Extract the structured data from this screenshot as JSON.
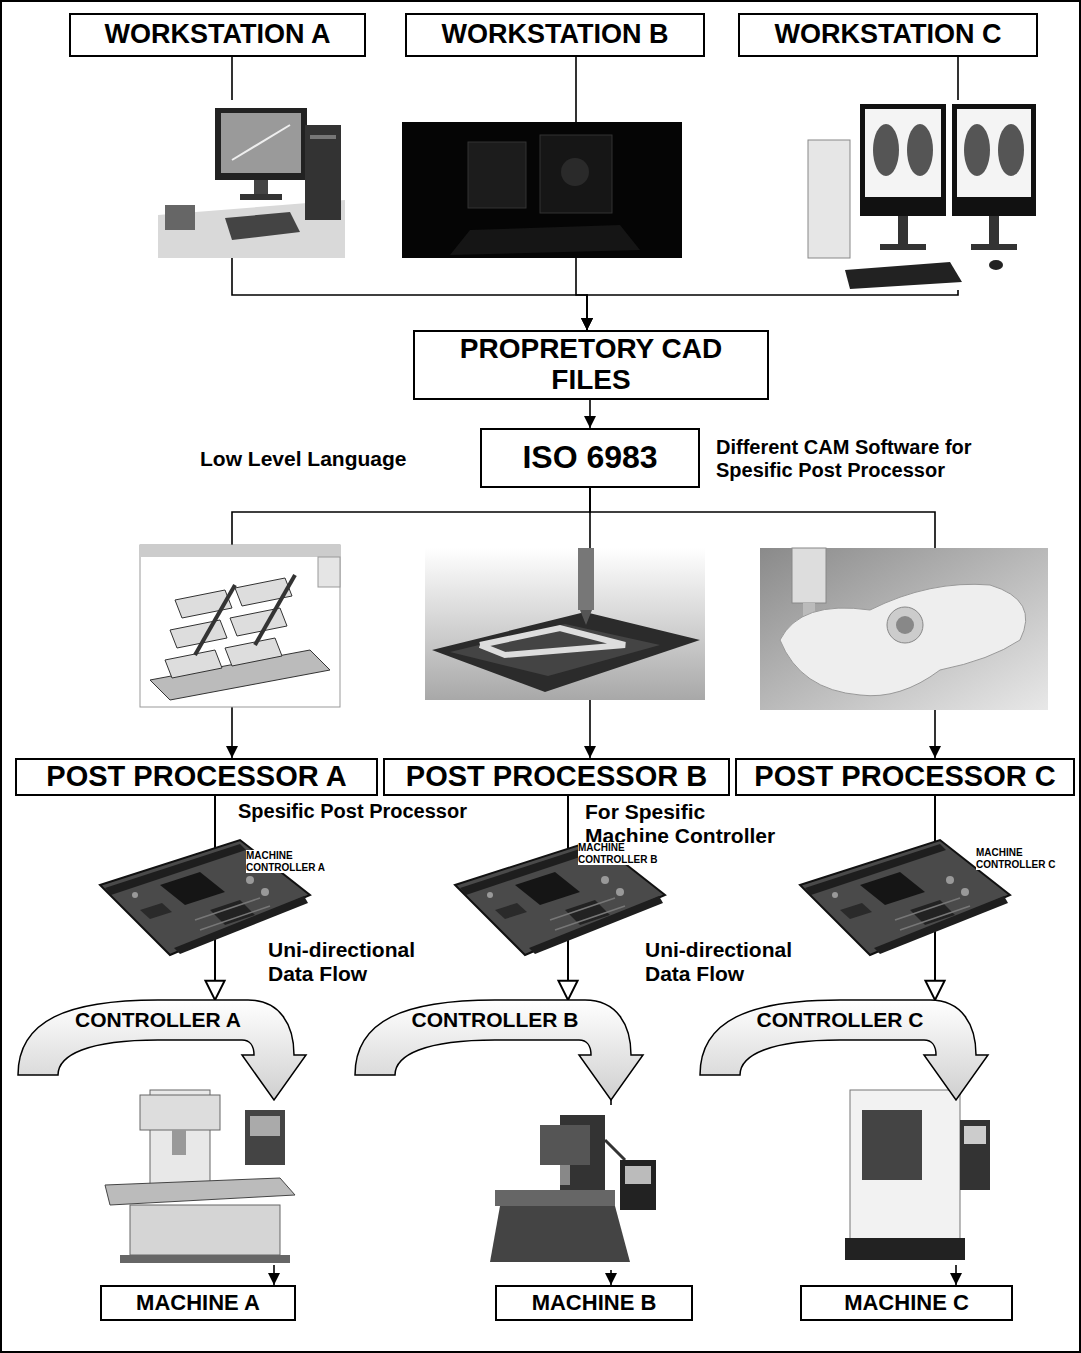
{
  "diagram": {
    "nodes": [
      {
        "text": [
          "WORKSTATION A"
        ]
      },
      {
        "text": [
          "WORKSTATION B"
        ]
      },
      {
        "text": [
          "WORKSTATION C"
        ]
      },
      {
        "text": [
          "PROPRETORY CAD FILES"
        ]
      },
      {
        "text": [
          "ISO 6983"
        ]
      },
      {
        "text": [
          "POST PROCESSOR A"
        ]
      },
      {
        "text": [
          "POST PROCESSOR B"
        ]
      },
      {
        "text": [
          "POST PROCESSOR C"
        ]
      },
      {
        "text": [
          "CONTROLLER A"
        ]
      },
      {
        "text": [
          "CONTROLLER B"
        ]
      },
      {
        "text": [
          "CONTROLLER C"
        ]
      },
      {
        "text": [
          "MACHINE A"
        ]
      },
      {
        "text": [
          "MACHINE B"
        ]
      },
      {
        "text": [
          "MACHINE C"
        ]
      }
    ],
    "edges": [
      {
        "from": 0,
        "to": 3,
        "arrow": "to"
      },
      {
        "from": 1,
        "to": 3,
        "arrow": "to"
      },
      {
        "from": 2,
        "to": 3,
        "arrow": "to"
      },
      {
        "from": 3,
        "to": 4,
        "arrow": "to"
      },
      {
        "from": 4,
        "to": 5,
        "arrow": "to"
      },
      {
        "from": 4,
        "to": 6,
        "arrow": "to"
      },
      {
        "from": 4,
        "to": 7,
        "arrow": "to"
      },
      {
        "from": 5,
        "to": 8,
        "arrow": "to"
      },
      {
        "from": 6,
        "to": 9,
        "arrow": "to"
      },
      {
        "from": 7,
        "to": 10,
        "arrow": "to"
      },
      {
        "from": 8,
        "to": 11,
        "arrow": "to"
      },
      {
        "from": 9,
        "to": 12,
        "arrow": "to"
      },
      {
        "from": 10,
        "to": 13,
        "arrow": "to"
      }
    ],
    "labels": [
      "Low Level Language",
      "Different CAM Software for Spesific Post Processor",
      "Spesific Post Processor",
      "For Spesific Machine Controller",
      "MACHINE CONTROLLER A",
      "MACHINE CONTROLLER B",
      "MACHINE CONTROLLER C",
      "Uni-directional Data Flow",
      "Uni-directional Data Flow"
    ]
  }
}
